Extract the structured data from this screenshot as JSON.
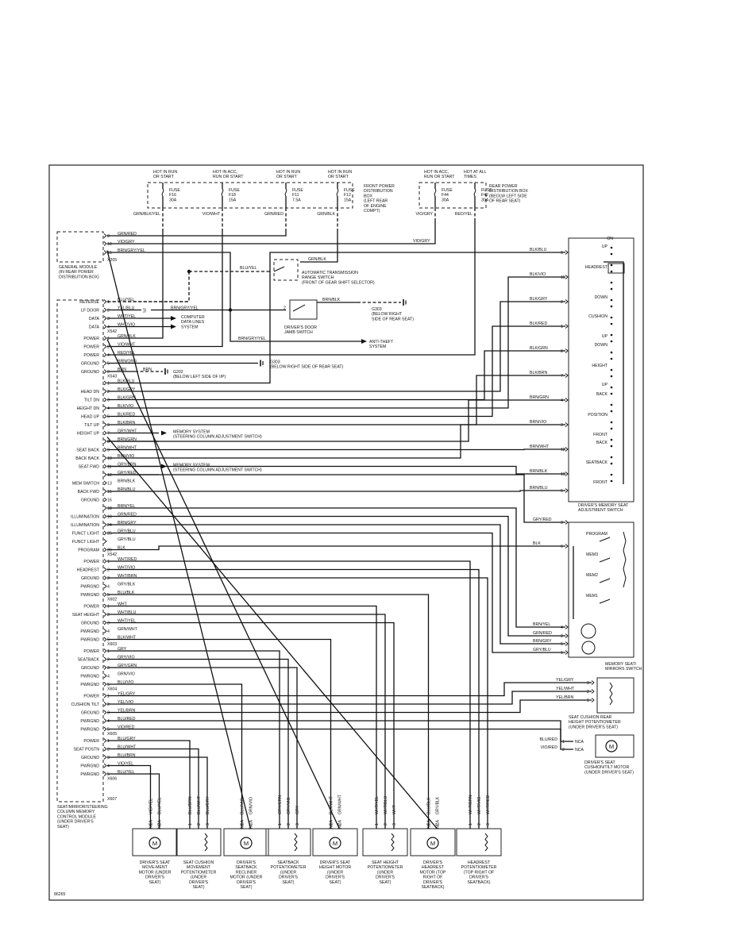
{
  "figure_id": "86265",
  "fuse_boxes": [
    {
      "title": "FRONT POWER DISTRIBUTION BOX (LEFT REAR OF ENGINE COMPT)",
      "fuses": [
        {
          "hot": "HOT IN RUN OR START",
          "fuse": "FUSE F16 30A",
          "wire": "GRN/BLK/YEL"
        },
        {
          "hot": "HOT IN ACC, RUN OR START",
          "fuse": "FUSE F18 15A",
          "wire": "VIO/WHT"
        },
        {
          "hot": "HOT IN RUN OR START",
          "fuse": "FUSE F11 7.5A",
          "wire": "GRN/RED"
        },
        {
          "hot": "HOT IN RUN OR START",
          "fuse": "FUSE F12 15A",
          "wire": "GRN/BLK"
        }
      ]
    },
    {
      "title": "REAR POWER DISTRIBUTION BOX (BELOW LEFT SIDE OF REAR SEAT)",
      "fuses": [
        {
          "hot": "HOT IN ACC, RUN OR START",
          "fuse": "FUSE F44 30A",
          "wire": "VIO/GRY"
        },
        {
          "hot": "HOT AT ALL TIMES",
          "fuse": "FUSE F42 30A",
          "wire": "RED/YEL"
        }
      ]
    }
  ],
  "general_module": {
    "label": "GENERAL MODULE (IN REAR POWER DISTRIBUTION BOX)",
    "connector": "X205",
    "pins": [
      {
        "pin": "8",
        "wire": "GRN/RED"
      },
      {
        "pin": "10",
        "wire": "VIO/GRY"
      },
      {
        "pin": "15",
        "wire": "BRN/GRY/YEL"
      }
    ]
  },
  "control_module": {
    "label": "SEAT/MIRROR/STEERING COLUMN MEMORY CONTROL MODULE (UNDER DRIVER'S SEAT)",
    "connectors": [
      {
        "name": "X542",
        "pins": [
          {
            "func": "REVERSE",
            "pin": "1",
            "wire": "BLU/YEL"
          },
          {
            "func": "LF DOOR",
            "pin": "2",
            "wire": "YEL/BLU"
          },
          {
            "func": "DATA",
            "pin": "3",
            "wire": "WHT/YEL"
          },
          {
            "func": "DATA",
            "pin": "4",
            "wire": "WHT/VIO"
          }
        ]
      },
      {
        "name": "X543",
        "pins": [
          {
            "func": "POWER",
            "pin": "1",
            "wire": "GRN/BLK"
          },
          {
            "func": "POWER",
            "pin": "2",
            "wire": "VIO/WHT"
          },
          {
            "func": "POWER",
            "pin": "4",
            "wire": "RED/YEL"
          },
          {
            "func": "GROUND",
            "pin": "5",
            "wire": "BRN/ORG"
          },
          {
            "func": "GROUND",
            "pin": "6",
            "wire": "BRN"
          }
        ]
      },
      {
        "name": "X542",
        "pins": [
          {
            "func": "",
            "pin": "1",
            "wire": "BLK/BLU"
          },
          {
            "func": "HEAD DN",
            "pin": "2",
            "wire": "BLK/GRY"
          },
          {
            "func": "TILT DN",
            "pin": "3",
            "wire": "BLK/GRN"
          },
          {
            "func": "HEIGHT DN",
            "pin": "4",
            "wire": "BLK/VIO"
          },
          {
            "func": "HEAD UP",
            "pin": "5",
            "wire": "BLK/RED"
          },
          {
            "func": "TILT UP",
            "pin": "6",
            "wire": "BLK/BRN"
          },
          {
            "func": "HEIGHT UP",
            "pin": "7",
            "wire": "GRY/WHT"
          },
          {
            "func": "",
            "pin": "8",
            "wire": "BRN/GRN"
          },
          {
            "func": "SEAT BACK",
            "pin": "9",
            "wire": "BRN/WHT"
          },
          {
            "func": "BACK BACK",
            "pin": "10",
            "wire": "BRN/VIO"
          },
          {
            "func": "SEAT FWD",
            "pin": "11",
            "wire": "GRY/BRN"
          },
          {
            "func": "",
            "pin": "12",
            "wire": "GRY/RED"
          },
          {
            "func": "MEM SWITCH",
            "pin": "13",
            "wire": "BRN/BLK"
          },
          {
            "func": "BACK FWD",
            "pin": "15",
            "wire": "BRN/BLU"
          },
          {
            "func": "GROUND",
            "pin": "16",
            "wire": ""
          },
          {
            "func": "",
            "pin": "18",
            "wire": "BRN/YEL"
          },
          {
            "func": "ILLUMINATION",
            "pin": "19",
            "wire": "GRN/RED"
          },
          {
            "func": "ILLUMINATION",
            "pin": "24",
            "wire": "BRN/GRY"
          },
          {
            "func": "FUNCT LIGHT",
            "pin": "25",
            "wire": "GRY/BLU"
          },
          {
            "func": "FUNCT LIGHT",
            "pin": "",
            "wire": "GRY/BLU"
          },
          {
            "func": "PROGRAM",
            "pin": "26",
            "wire": "BLK"
          }
        ]
      },
      {
        "name": "X602",
        "pins": [
          {
            "func": "POWER",
            "pin": "1",
            "wire": "WHT/RED"
          },
          {
            "func": "HEADREST",
            "pin": "2",
            "wire": "WHT/VIO"
          },
          {
            "func": "GROUND",
            "pin": "3",
            "wire": "WHT/BRN"
          },
          {
            "func": "PWRGND",
            "pin": "4",
            "wire": "GRY/BLK"
          },
          {
            "func": "PWRGND",
            "pin": "5",
            "wire": "BLU/BLK"
          }
        ]
      },
      {
        "name": "X603",
        "pins": [
          {
            "func": "POWER",
            "pin": "1",
            "wire": "WHT"
          },
          {
            "func": "SEAT HEIGHT",
            "pin": "2",
            "wire": "WHT/BLU"
          },
          {
            "func": "GROUND",
            "pin": "3",
            "wire": "WHT/YEL"
          },
          {
            "func": "PWRGND",
            "pin": "4",
            "wire": "GRN/WHT"
          },
          {
            "func": "PWRGND",
            "pin": "5",
            "wire": "BLK/WHT"
          }
        ]
      },
      {
        "name": "X604",
        "pins": [
          {
            "func": "POWER",
            "pin": "1",
            "wire": "GRY"
          },
          {
            "func": "SEATBACK",
            "pin": "2",
            "wire": "GRY/VIO"
          },
          {
            "func": "GROUND",
            "pin": "3",
            "wire": "GRY/GRN"
          },
          {
            "func": "PWRGND",
            "pin": "4",
            "wire": "GRN/VIO"
          },
          {
            "func": "PWRGND",
            "pin": "5",
            "wire": "BLU/VIO"
          }
        ]
      },
      {
        "name": "X605",
        "pins": [
          {
            "func": "POWER",
            "pin": "1",
            "wire": "YEL/GRY"
          },
          {
            "func": "CUSHION TILT",
            "pin": "2",
            "wire": "YEL/VIO"
          },
          {
            "func": "GROUND",
            "pin": "3",
            "wire": "YEL/BRN"
          },
          {
            "func": "PWRGND",
            "pin": "4",
            "wire": "BLU/RED"
          },
          {
            "func": "PWRGND",
            "pin": "5",
            "wire": "VIO/RED"
          }
        ]
      },
      {
        "name": "X606",
        "pins": [
          {
            "func": "POWER",
            "pin": "1",
            "wire": "BLU/GRY"
          },
          {
            "func": "SEAT POSTN",
            "pin": "2",
            "wire": "BLU/WHT"
          },
          {
            "func": "GROUND",
            "pin": "3",
            "wire": "BLU/BRN"
          },
          {
            "func": "PWRGND",
            "pin": "4",
            "wire": "VIO/YEL"
          },
          {
            "func": "PWRGND",
            "pin": "5",
            "wire": "BLU/YEL"
          }
        ]
      }
    ],
    "last_connector": "X607"
  },
  "callouts": {
    "trans_switch": "AUTOMATIC TRANSMISSION RANGE SWITCH (FRONT OF GEAR SHIFT SELECTOR)",
    "trans_wire_in": "BLU/YEL",
    "trans_wire_out": "GRN/BLK",
    "door_switch": "DRIVER'S DOOR JAMB SWITCH",
    "door_wire": "BRN/GRY/YEL",
    "door_ground_wire": "BRN/BLK",
    "g303": "G303 (BELOW RIGHT SIDE OF REAR SEAT)",
    "computer": "COMPUTER DATA LINES SYSTEM",
    "antitheft": "ANTI-THEFT SYSTEM",
    "antitheft_wire": "BRN/GRY/YEL",
    "g303b": "G303 (BELOW RIGHT SIDE OF REAR SEAT)",
    "g202": "G202 (BELOW LEFT SIDE OF I/P)",
    "memory1": "MEMORY SYSTEM (STEERING COLUMN ADJUSTMENT SWITCH)",
    "memory2": "MEMORY SYSTEM (STEERING COLUMN ADJUSTMENT SWITCH)"
  },
  "seat_switch": {
    "label": "DRIVER'S MEMORY SEAT ADJUSTMENT SWITCH",
    "pins": [
      {
        "wire": "BLK/BLU",
        "pin": "9"
      },
      {
        "wire": "BLK/VIO",
        "pin": "11"
      },
      {
        "wire": "BLK/GRY",
        "pin": "2"
      },
      {
        "wire": "BLK/RED",
        "pin": "1"
      },
      {
        "wire": "BLK/GRN",
        "pin": "8"
      },
      {
        "wire": "BLK/BRN",
        "pin": "7"
      },
      {
        "wire": "BRN/GRN",
        "pin": "4"
      },
      {
        "wire": "BRN/VIO",
        "pin": "3"
      },
      {
        "wire": "BRN/WHT",
        "pin": "12"
      },
      {
        "wire": "BRN/BLK",
        "pin": "10"
      },
      {
        "wire": "BRN/BLU",
        "pin": "5"
      }
    ],
    "labels": [
      "ON",
      "UP",
      "HEADREST",
      "DOWN",
      "CUSHION",
      "UP",
      "DOWN",
      "HEIGHT",
      "UP",
      "BACK",
      "POSITION",
      "FRONT",
      "BACK",
      "SEATBACK",
      "FRONT"
    ]
  },
  "mirror_switch": {
    "label": "MEMORY SEAT/ MIRRORS SWITCH",
    "pins": [
      {
        "wire": "GRY/RED",
        "pin": "3"
      },
      {
        "wire": "BLK",
        "pin": "6"
      },
      {
        "wire": "BRN/YEL",
        "pin": "4"
      },
      {
        "wire": "GRN/RED",
        "pin": "2"
      },
      {
        "wire": "BRN/GRY",
        "pin": "5"
      },
      {
        "wire": "GRY/BLU",
        "pin": "1"
      }
    ],
    "buttons": [
      "PROGRAM",
      "MEM3",
      "MEM2",
      "MEM1"
    ]
  },
  "cushion_pot": {
    "label": "SEAT CUSHION REAR HEIGHT POTENTIOMETER (UNDER DRIVER'S SEAT)",
    "pins": [
      {
        "wire": "YEL/GRY",
        "pin": "3"
      },
      {
        "wire": "YEL/WHT",
        "pin": "2"
      },
      {
        "wire": "YEL/BRN",
        "pin": "1"
      }
    ]
  },
  "tilt_motor": {
    "label": "DRIVER'S SEAT CUSHION TILT MOTOR (UNDER DRIVER'S SEAT)",
    "pins": [
      {
        "wire": "BLU/RED",
        "pin": "1",
        "nca": "NCA"
      },
      {
        "wire": "VIO/RED",
        "pin": "2",
        "nca": "NCA"
      }
    ]
  },
  "bottom_components": [
    {
      "label": "DRIVER'S SEAT MOVE-MENT MOTOR (UNDER DRIVER'S SEAT)",
      "type": "motor",
      "wires": [
        "VIO/YEL",
        "BLU/YEL"
      ],
      "pins": [
        "1",
        "2"
      ],
      "nca": "NCA"
    },
    {
      "label": "SEAT CUSHION MOVEMENT POTENTIOMETER (UNDER DRIVER'S SEAT)",
      "type": "pot",
      "wires": [
        "BLU/BRN",
        "BLU/WHT",
        "BLU/GRY"
      ],
      "pins": [
        "1",
        "2",
        "3"
      ]
    },
    {
      "label": "DRIVER'S SEATBACK RECLINER MOTOR (UNDER DRIVER'S SEAT)",
      "type": "motor",
      "wires": [
        "BLU/VIO",
        "GRN/VIO"
      ],
      "pins": [
        "1",
        "2"
      ],
      "nca": "NCA"
    },
    {
      "label": "SEATBACK POTENTIOMETER (UNDER DRIVER'S SEAT)",
      "type": "pot",
      "wires": [
        "GRY/GRN",
        "GRY/VIO",
        "GRY"
      ],
      "pins": [
        "1",
        "2",
        "3"
      ]
    },
    {
      "label": "DRIVER'S SEAT HEIGHT MOTOR (UNDER DRIVER'S SEAT)",
      "type": "motor",
      "wires": [
        "BLK/WHT",
        "GRN/WHT"
      ],
      "pins": [
        "1",
        "2"
      ],
      "nca": "NCA"
    },
    {
      "label": "SEAT HEIGHT POTENTIOMETER (UNDER DRIVER'S SEAT)",
      "type": "pot",
      "wires": [
        "WHT/YEL",
        "WHT/BLU",
        "WHT"
      ],
      "pins": [
        "1",
        "2",
        "3"
      ]
    },
    {
      "label": "DRIVER'S HEADREST MOTOR (TOP RIGHT OF DRIVER'S SEATBACK)",
      "type": "motor",
      "wires": [
        "BLU/BLK",
        "GRY/BLK"
      ],
      "pins": [
        "1",
        "2"
      ],
      "nca": "NCA"
    },
    {
      "label": "HEADREST POTENTIOMETER (TOP RIGHT OF DRIVER'S SEATBACK)",
      "type": "pot",
      "wires": [
        "WHT/BRN",
        "WHT/VIO",
        "WHT/RED"
      ],
      "pins": [
        "1",
        "2",
        "3"
      ]
    }
  ]
}
